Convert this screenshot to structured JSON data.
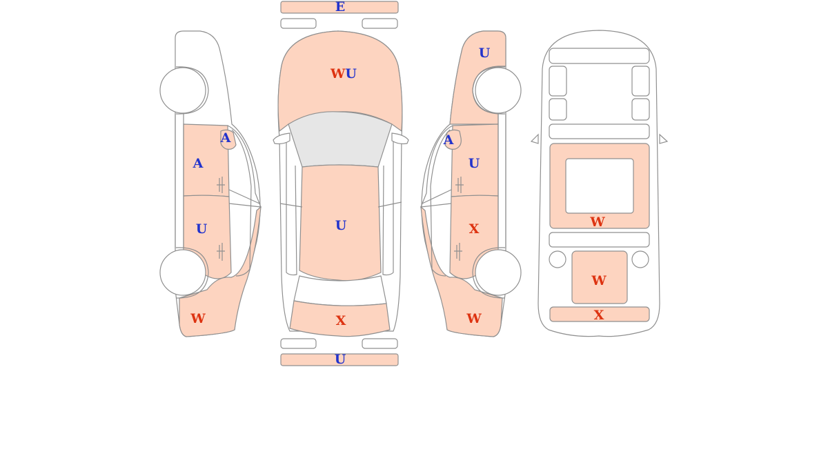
{
  "colors": {
    "damaged_fill": "#fdd4c0",
    "outline": "#8f8f8f",
    "glass": "#e6e6e6",
    "code_blue": "#2233cc",
    "code_red": "#dd3311"
  },
  "legend_colors": {
    "A": "blue",
    "U": "blue",
    "E": "blue",
    "W": "red",
    "X": "red"
  },
  "views": {
    "left_side": {
      "front_fender": "",
      "front_door_mirror": "A",
      "front_door": "A",
      "rear_door": "U",
      "rear_quarter": "W"
    },
    "top": {
      "front_bumper_strip": "E",
      "hood_code1": "W",
      "hood_code2": "U",
      "roof": "U",
      "trunk": "X",
      "rear_bumper_strip": "U"
    },
    "right_side": {
      "front_fender": "U",
      "front_door_mirror": "A",
      "front_door": "U",
      "rear_door": "X",
      "rear_quarter": "W"
    },
    "rear": {
      "tailgate": "W",
      "license_area": "W",
      "rear_bumper": "X"
    }
  }
}
